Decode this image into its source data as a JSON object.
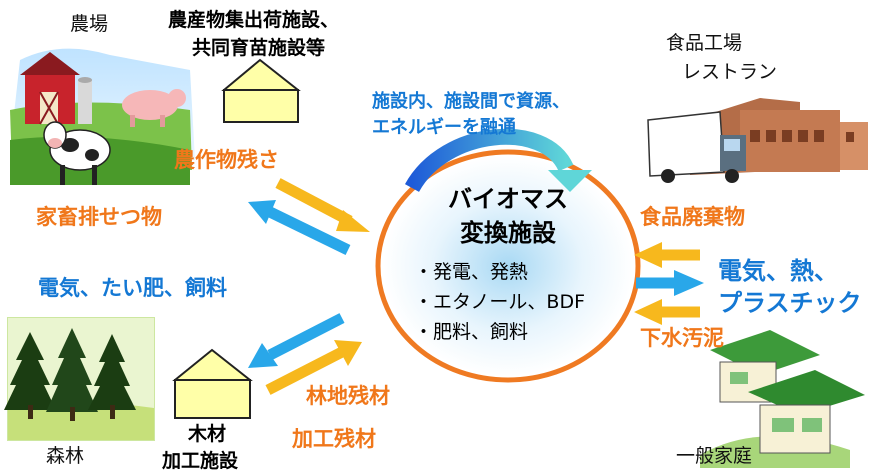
{
  "labels": {
    "farm": "農場",
    "collection_facility_line1": "農産物集出荷施設、",
    "collection_facility_line2": "共同育苗施設等",
    "food_factory": "食品工場",
    "restaurant": "レストラン",
    "exchange_line1": "施設内、施設間で資源、",
    "exchange_line2": "エネルギーを融通",
    "crop_residue": "農作物残さ",
    "livestock_excreta": "家畜排せつ物",
    "farm_products": "電気、たい肥、飼料",
    "food_waste": "食品廃棄物",
    "food_products_line1": "電気、熱、",
    "food_products_line2": "プラスチック",
    "sewage_sludge": "下水汚泥",
    "forest_residue": "林地残材",
    "processing_residue": "加工残材",
    "wood_facility_line1": "木材",
    "wood_facility_line2": "加工施設",
    "forest": "森林",
    "household": "一般家庭"
  },
  "center": {
    "title_line1": "バイオマス",
    "title_line2": "変換施設",
    "items": [
      "・発電、発熱",
      "・エタノール、BDF",
      "・肥料、飼料"
    ]
  },
  "colors": {
    "orange": "#f0771a",
    "blue": "#1478d4",
    "arrow_yellow": "#f7b81d",
    "arrow_blue": "#29a7e9",
    "house_yellow": "#ffffa8"
  }
}
